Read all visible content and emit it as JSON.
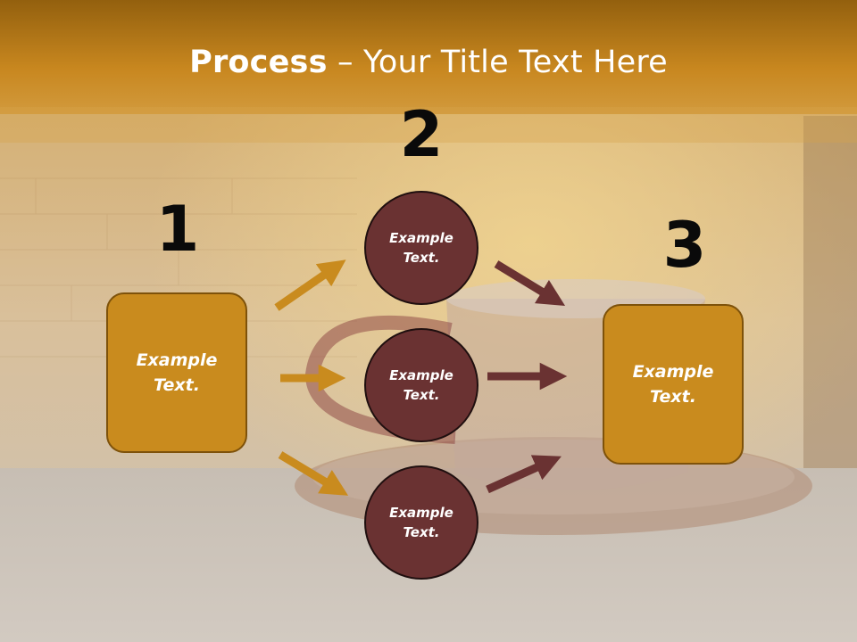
{
  "title": {
    "bold": "Process",
    "rest": " – Your Title Text Here"
  },
  "steps": [
    {
      "number": "1",
      "label": "Example Text."
    },
    {
      "number": "2",
      "labels": [
        "Example Text.",
        "Example Text.",
        "Example Text."
      ]
    },
    {
      "number": "3",
      "label": "Example Text."
    }
  ],
  "colors": {
    "box_fill": "#c98b1e",
    "box_border": "#7e520a",
    "circle_fill": "#6a3232",
    "arrow_gold": "#c98b1e",
    "arrow_brown": "#6a3232",
    "header": "#c8871f"
  }
}
